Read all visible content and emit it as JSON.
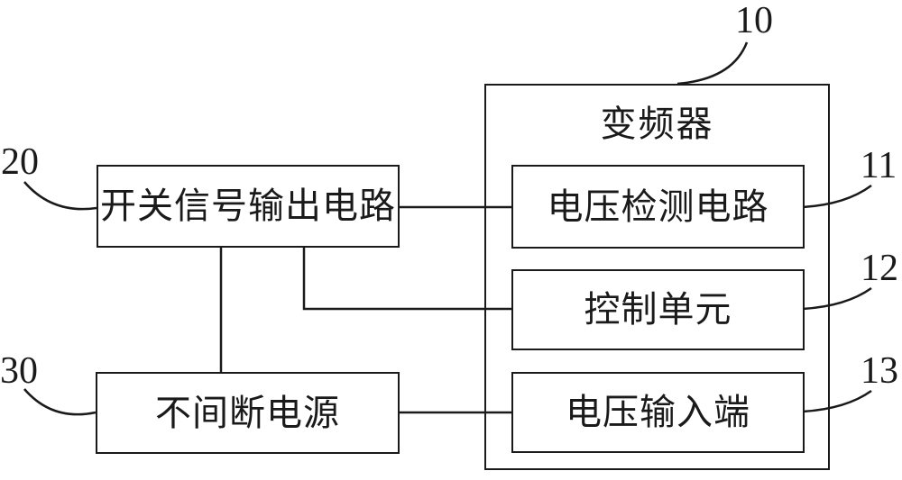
{
  "figure": {
    "type": "block-diagram",
    "ink_color": "#1a1a1a",
    "background_color": "#ffffff"
  },
  "inverter": {
    "label": "变频器",
    "ref": "10"
  },
  "blocks": {
    "voltage_detection": {
      "label": "电压检测电路",
      "ref": "11"
    },
    "control_unit": {
      "label": "控制单元",
      "ref": "12"
    },
    "voltage_input": {
      "label": "电压输入端",
      "ref": "13"
    },
    "switch_signal_output": {
      "label": "开关信号输出电路",
      "ref": "20"
    },
    "ups": {
      "label": "不间断电源",
      "ref": "30"
    }
  }
}
